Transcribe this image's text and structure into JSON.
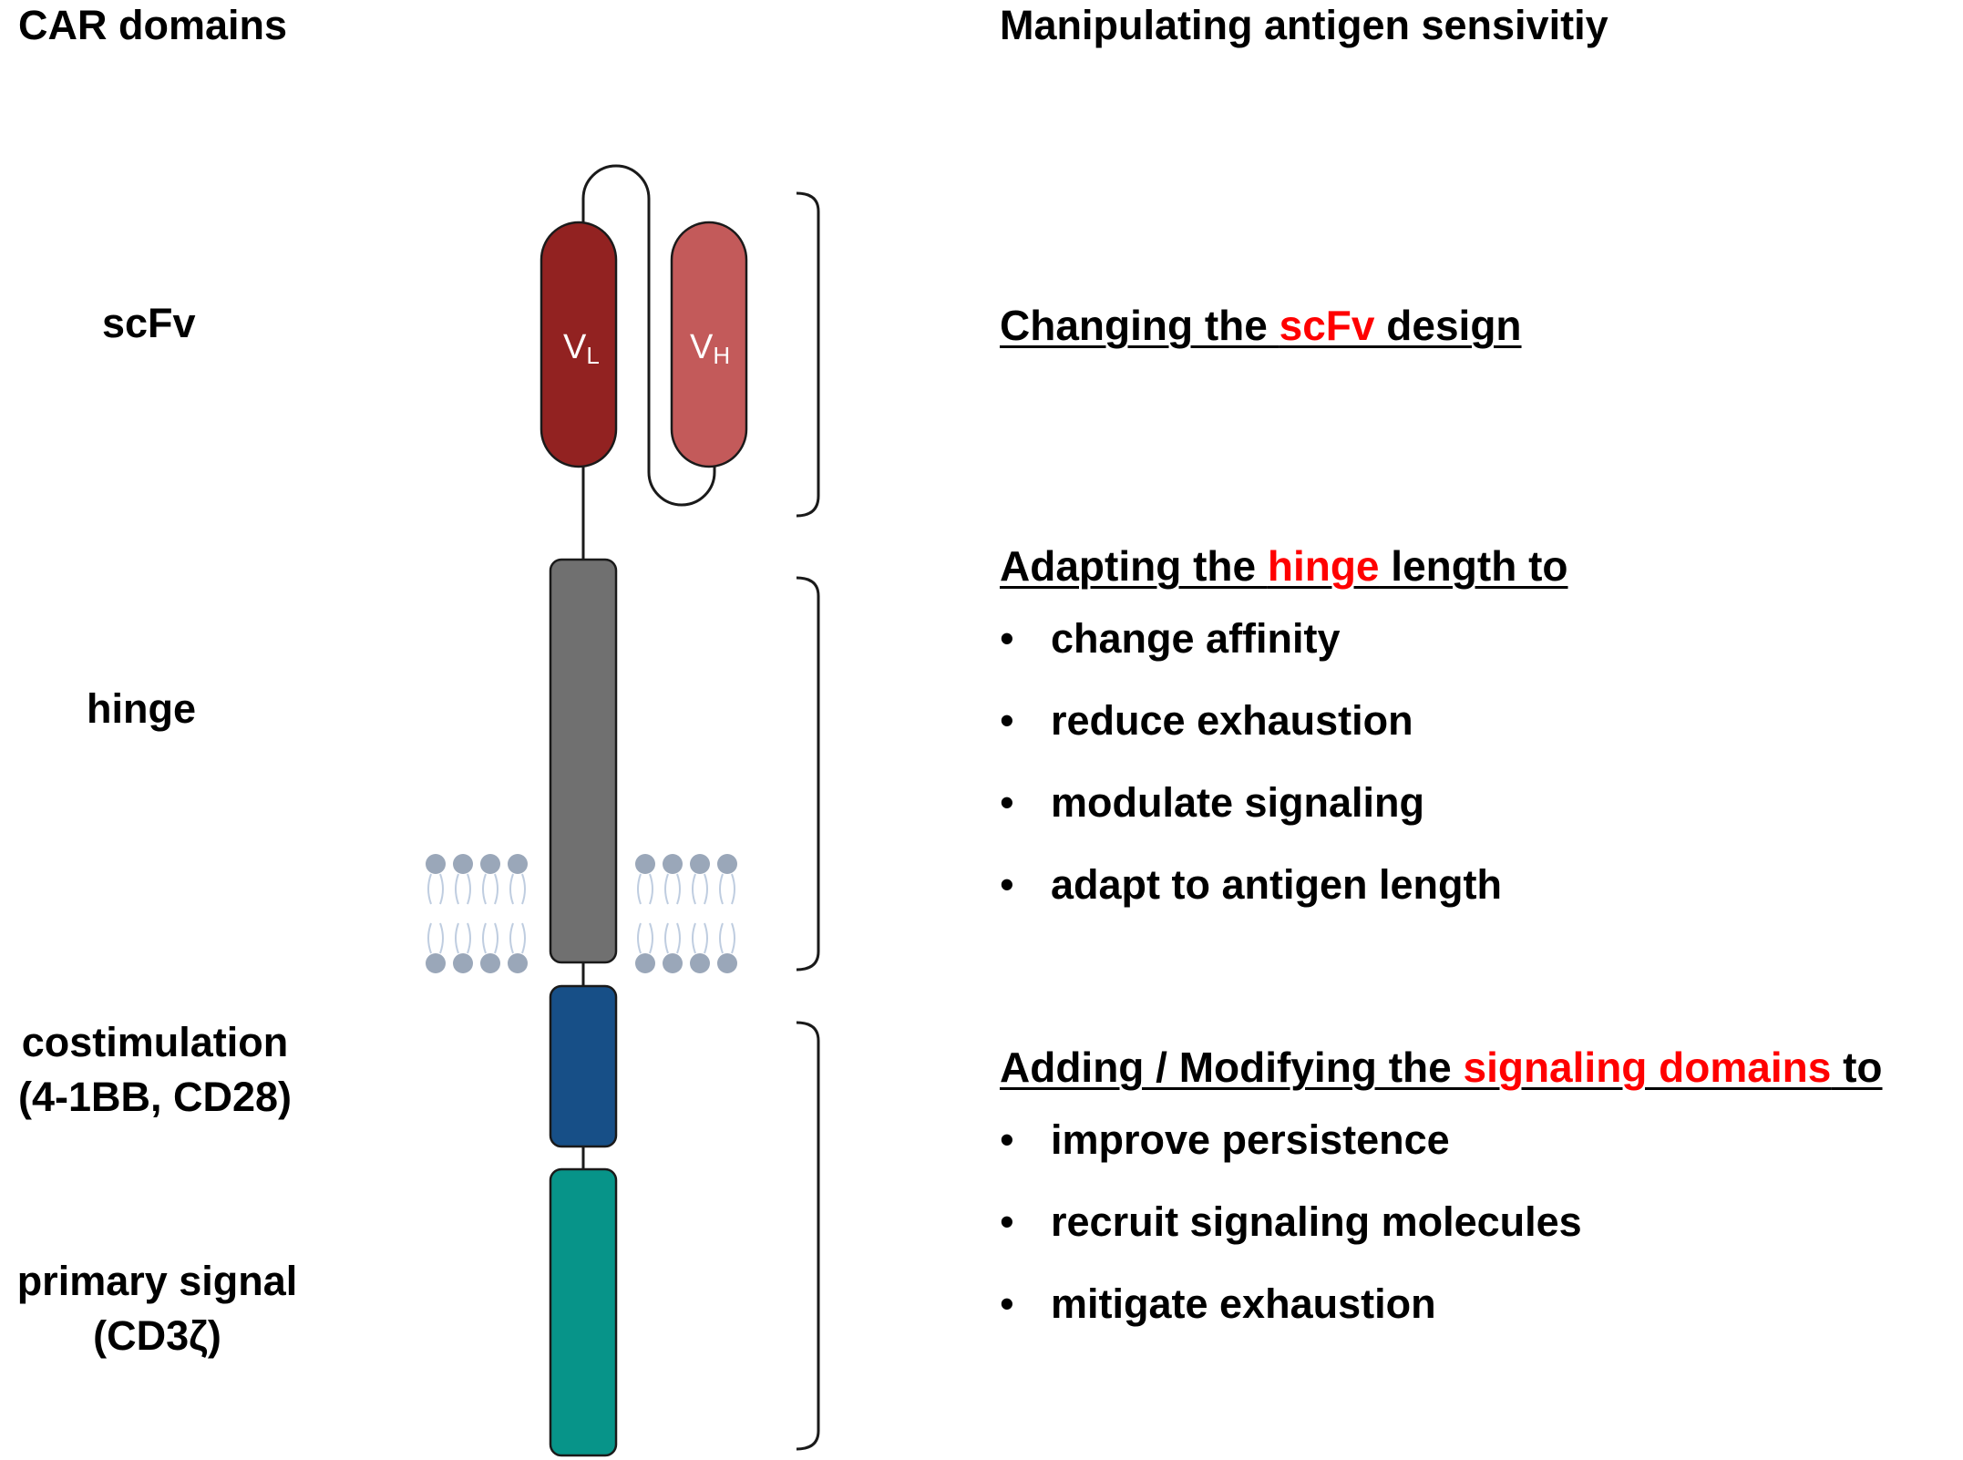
{
  "left_header": "CAR domains",
  "right_header": "Manipulating antigen sensivitiy",
  "domain_labels": {
    "scfv": "scFv",
    "hinge": "hinge",
    "costim_line1": "costimulation",
    "costim_line2": "(4-1BB, CD28)",
    "primary_line1": "primary signal",
    "primary_line2": "(CD3ζ)"
  },
  "construct": {
    "vl": {
      "main": "V",
      "sub": "L"
    },
    "vh": {
      "main": "V",
      "sub": "H"
    }
  },
  "colors": {
    "vl": "#922221",
    "vh": "#c35a5a",
    "hinge": "#707070",
    "costimulation": "#174f87",
    "primary_signal": "#079489",
    "membrane": "#9aa7b9",
    "highlight": "#ff0000"
  },
  "scfv_section": {
    "heading_pre": "Changing the ",
    "heading_hl": "scFv",
    "heading_post": " design"
  },
  "hinge_section": {
    "heading_pre": "Adapting the ",
    "heading_hl": "hinge",
    "heading_post": " length to",
    "bullets": [
      "change affinity",
      "reduce exhaustion",
      "modulate signaling",
      "adapt to antigen length"
    ]
  },
  "signaling_section": {
    "heading_pre": "Adding / Modifying the ",
    "heading_hl": "signaling domains",
    "heading_post": " to",
    "bullets": [
      "improve persistence",
      "recruit signaling molecules",
      "mitigate exhaustion"
    ]
  },
  "bullet_symbol": "•"
}
